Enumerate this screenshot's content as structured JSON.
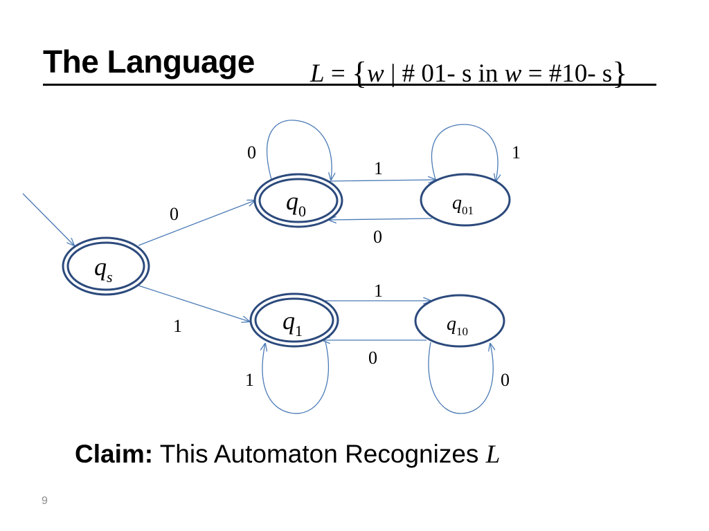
{
  "slide": {
    "title": "The Language",
    "formula": {
      "lhs": "L",
      "eq": "=",
      "brace_open": "{",
      "var_w": "w",
      "cond1": "| # 01- s in",
      "var_w2": "w",
      "cond2": "= #10- s",
      "brace_close": "}"
    },
    "claim_label": "Claim:",
    "claim_text": "This Automaton Recognizes",
    "claim_var": "L",
    "page_number": "9"
  },
  "diagram": {
    "colors": {
      "state_stroke": "#2c4a7c",
      "state_fill": "#ffffff",
      "edge": "#4a7ab5",
      "label": "#000000"
    },
    "states": {
      "qs": {
        "base": "q",
        "sub": "s",
        "accepting": true
      },
      "q0": {
        "base": "q",
        "sub": "0",
        "accepting": true
      },
      "q01": {
        "base": "q",
        "sub": "01",
        "accepting": false
      },
      "q1": {
        "base": "q",
        "sub": "1",
        "accepting": true
      },
      "q10": {
        "base": "q",
        "sub": "10",
        "accepting": false
      }
    },
    "transition_labels": {
      "qs_q0": "0",
      "qs_q1": "1",
      "q0_loop": "0",
      "q0_q01": "1",
      "q01_q0": "0",
      "q01_loop": "1",
      "q1_q10": "1",
      "q10_q1": "0",
      "q1_loop": "1",
      "q10_loop": "0"
    }
  }
}
